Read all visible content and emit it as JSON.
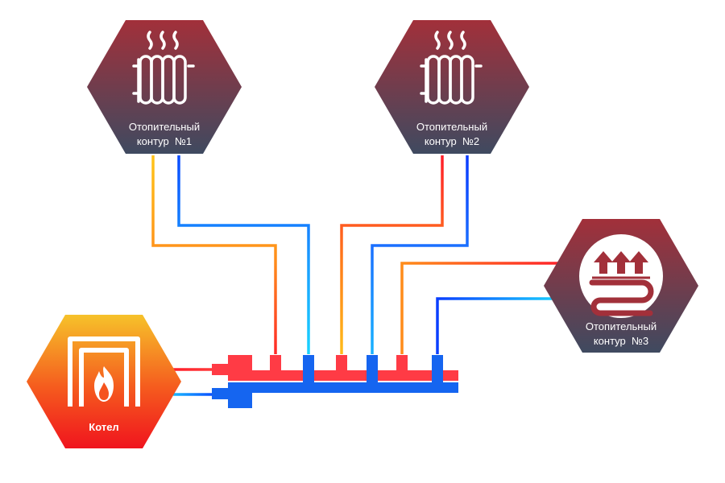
{
  "circuits": [
    {
      "line1": "Отопительный",
      "line2": "контур  №1",
      "icon": "radiator-icon"
    },
    {
      "line1": "Отопительный",
      "line2": "контур  №2",
      "icon": "radiator-icon"
    },
    {
      "line1": "Отопительный",
      "line2": "контур  №3",
      "icon": "underfloor-heating-icon"
    }
  ],
  "boiler": {
    "label": "Котел",
    "icon": "boiler-fire-icon"
  },
  "colors": {
    "hot": "#ff1f2a",
    "warm": "#ffc21a",
    "cold": "#0a4cff",
    "cool": "#19d8ff",
    "hex_top": "#a2303a",
    "hex_bottom": "#3f4a60",
    "boiler_top": "#f6c22a",
    "boiler_bottom": "#f0141e"
  }
}
